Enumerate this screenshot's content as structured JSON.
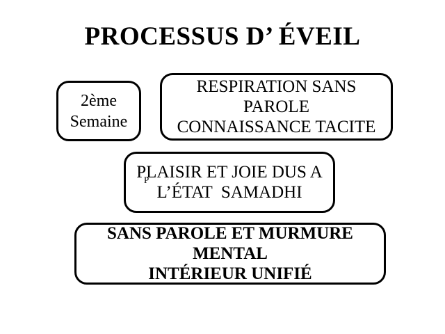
{
  "slide": {
    "title": "PROCESSUS D’ ÉVEIL",
    "background_color": "#ffffff",
    "text_color": "#000000",
    "box_border_color": "#000000"
  },
  "boxes": {
    "week": {
      "lines": [
        "2ème",
        "Semaine"
      ]
    },
    "respiration": {
      "lines": [
        "RESPIRATION SANS",
        "PAROLE",
        "CONNAISSANCE TACITE"
      ]
    },
    "plaisir": {
      "lines": [
        "PLAISIR ET JOIE DUS A",
        "L’ÉTAT  SAMADHI"
      ],
      "stray_glyph": "P"
    },
    "unified": {
      "lines": [
        "SANS PAROLE ET MURMURE",
        "MENTAL",
        "INTÉRIEUR UNIFIÉ"
      ]
    }
  }
}
